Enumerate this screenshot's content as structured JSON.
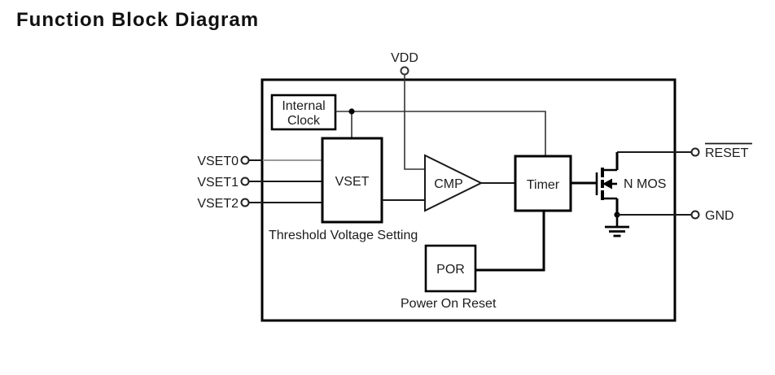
{
  "page": {
    "title": "Function Block Diagram"
  },
  "colors": {
    "ink": "#000000",
    "background": "#ffffff",
    "faint_wire": "#9a9a9a"
  },
  "pins": {
    "vdd": "VDD",
    "vset0": "VSET0",
    "vset1": "VSET1",
    "vset2": "VSET2",
    "reset": "RESET",
    "gnd": "GND"
  },
  "blocks": {
    "internal_clock": {
      "line1": "Internal",
      "line2": "Clock"
    },
    "vset": "VSET",
    "cmp": "CMP",
    "timer": "Timer",
    "por": "POR",
    "nmos": "N MOS"
  },
  "captions": {
    "threshold": "Threshold Voltage Setting",
    "power_on_reset": "Power On Reset"
  }
}
